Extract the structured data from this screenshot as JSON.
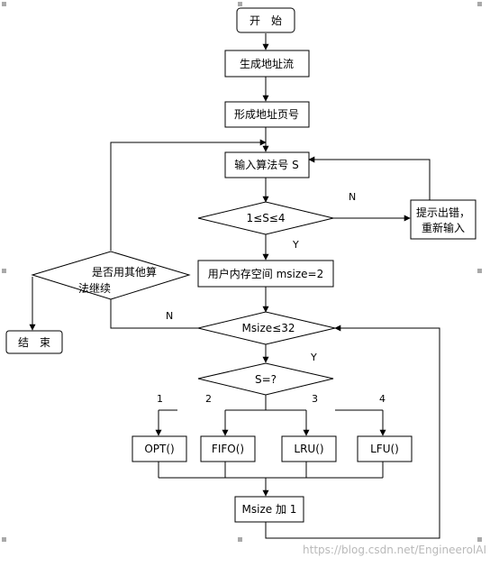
{
  "nodes": {
    "start": "开　始",
    "gen_addr": "生成地址流",
    "gen_page": "形成地址页号",
    "input_alg": "输入算法号 S",
    "check_range": "1≤S≤4",
    "error_line1": "提示出错，",
    "error_line2": "重新输入",
    "set_msize": "用户内存空间 msize=2",
    "other_alg_line1": "是否用其他算",
    "other_alg_line2": "法继续",
    "end": "结　束",
    "check_msize": "Msize≤32",
    "check_s": "S=?",
    "opt": "OPT()",
    "fifo": "FIFO()",
    "lru": "LRU()",
    "lfu": "LFU()",
    "msize_inc": "Msize 加 1"
  },
  "labels": {
    "n_error": "N",
    "y_range": "Y",
    "n_end": "N",
    "y_msize": "Y",
    "s1": "1",
    "s2": "2",
    "s3": "3",
    "s4": "4"
  },
  "watermark": "https://blog.csdn.net/EngineerolAI"
}
